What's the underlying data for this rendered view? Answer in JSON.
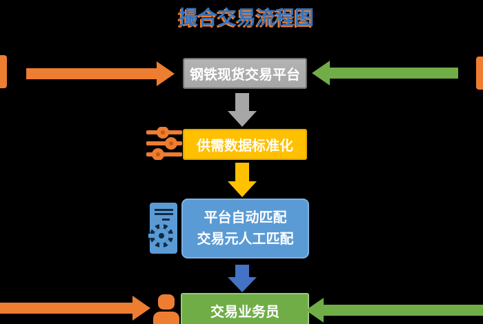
{
  "title": {
    "text": "撮合交易流程图"
  },
  "colors": {
    "orange": "#ED7D31",
    "gray": "#A6A6A6",
    "yellow": "#FFC000",
    "blue": "#5B9BD5",
    "dark_blue": "#4472C4",
    "green": "#70AD47",
    "title_blue": "#3673BD",
    "detail_dark": "#102A43",
    "knob_dark": "#C55A11"
  },
  "nodes": {
    "platform": {
      "label": "钢铁现货交易平台"
    },
    "standardization": {
      "label": "供需数据标准化"
    },
    "matching": {
      "line1": "平台自动匹配",
      "line2": "交易元人工匹配"
    },
    "salesperson": {
      "label": "交易业务员"
    }
  },
  "icons": {
    "left_edge_top": "clipped-orange-source-icon",
    "right_edge_top": "clipped-orange-source-icon",
    "sliders": "sliders-icon",
    "document_gear": "document-gear-icon",
    "person": "person-icon"
  }
}
